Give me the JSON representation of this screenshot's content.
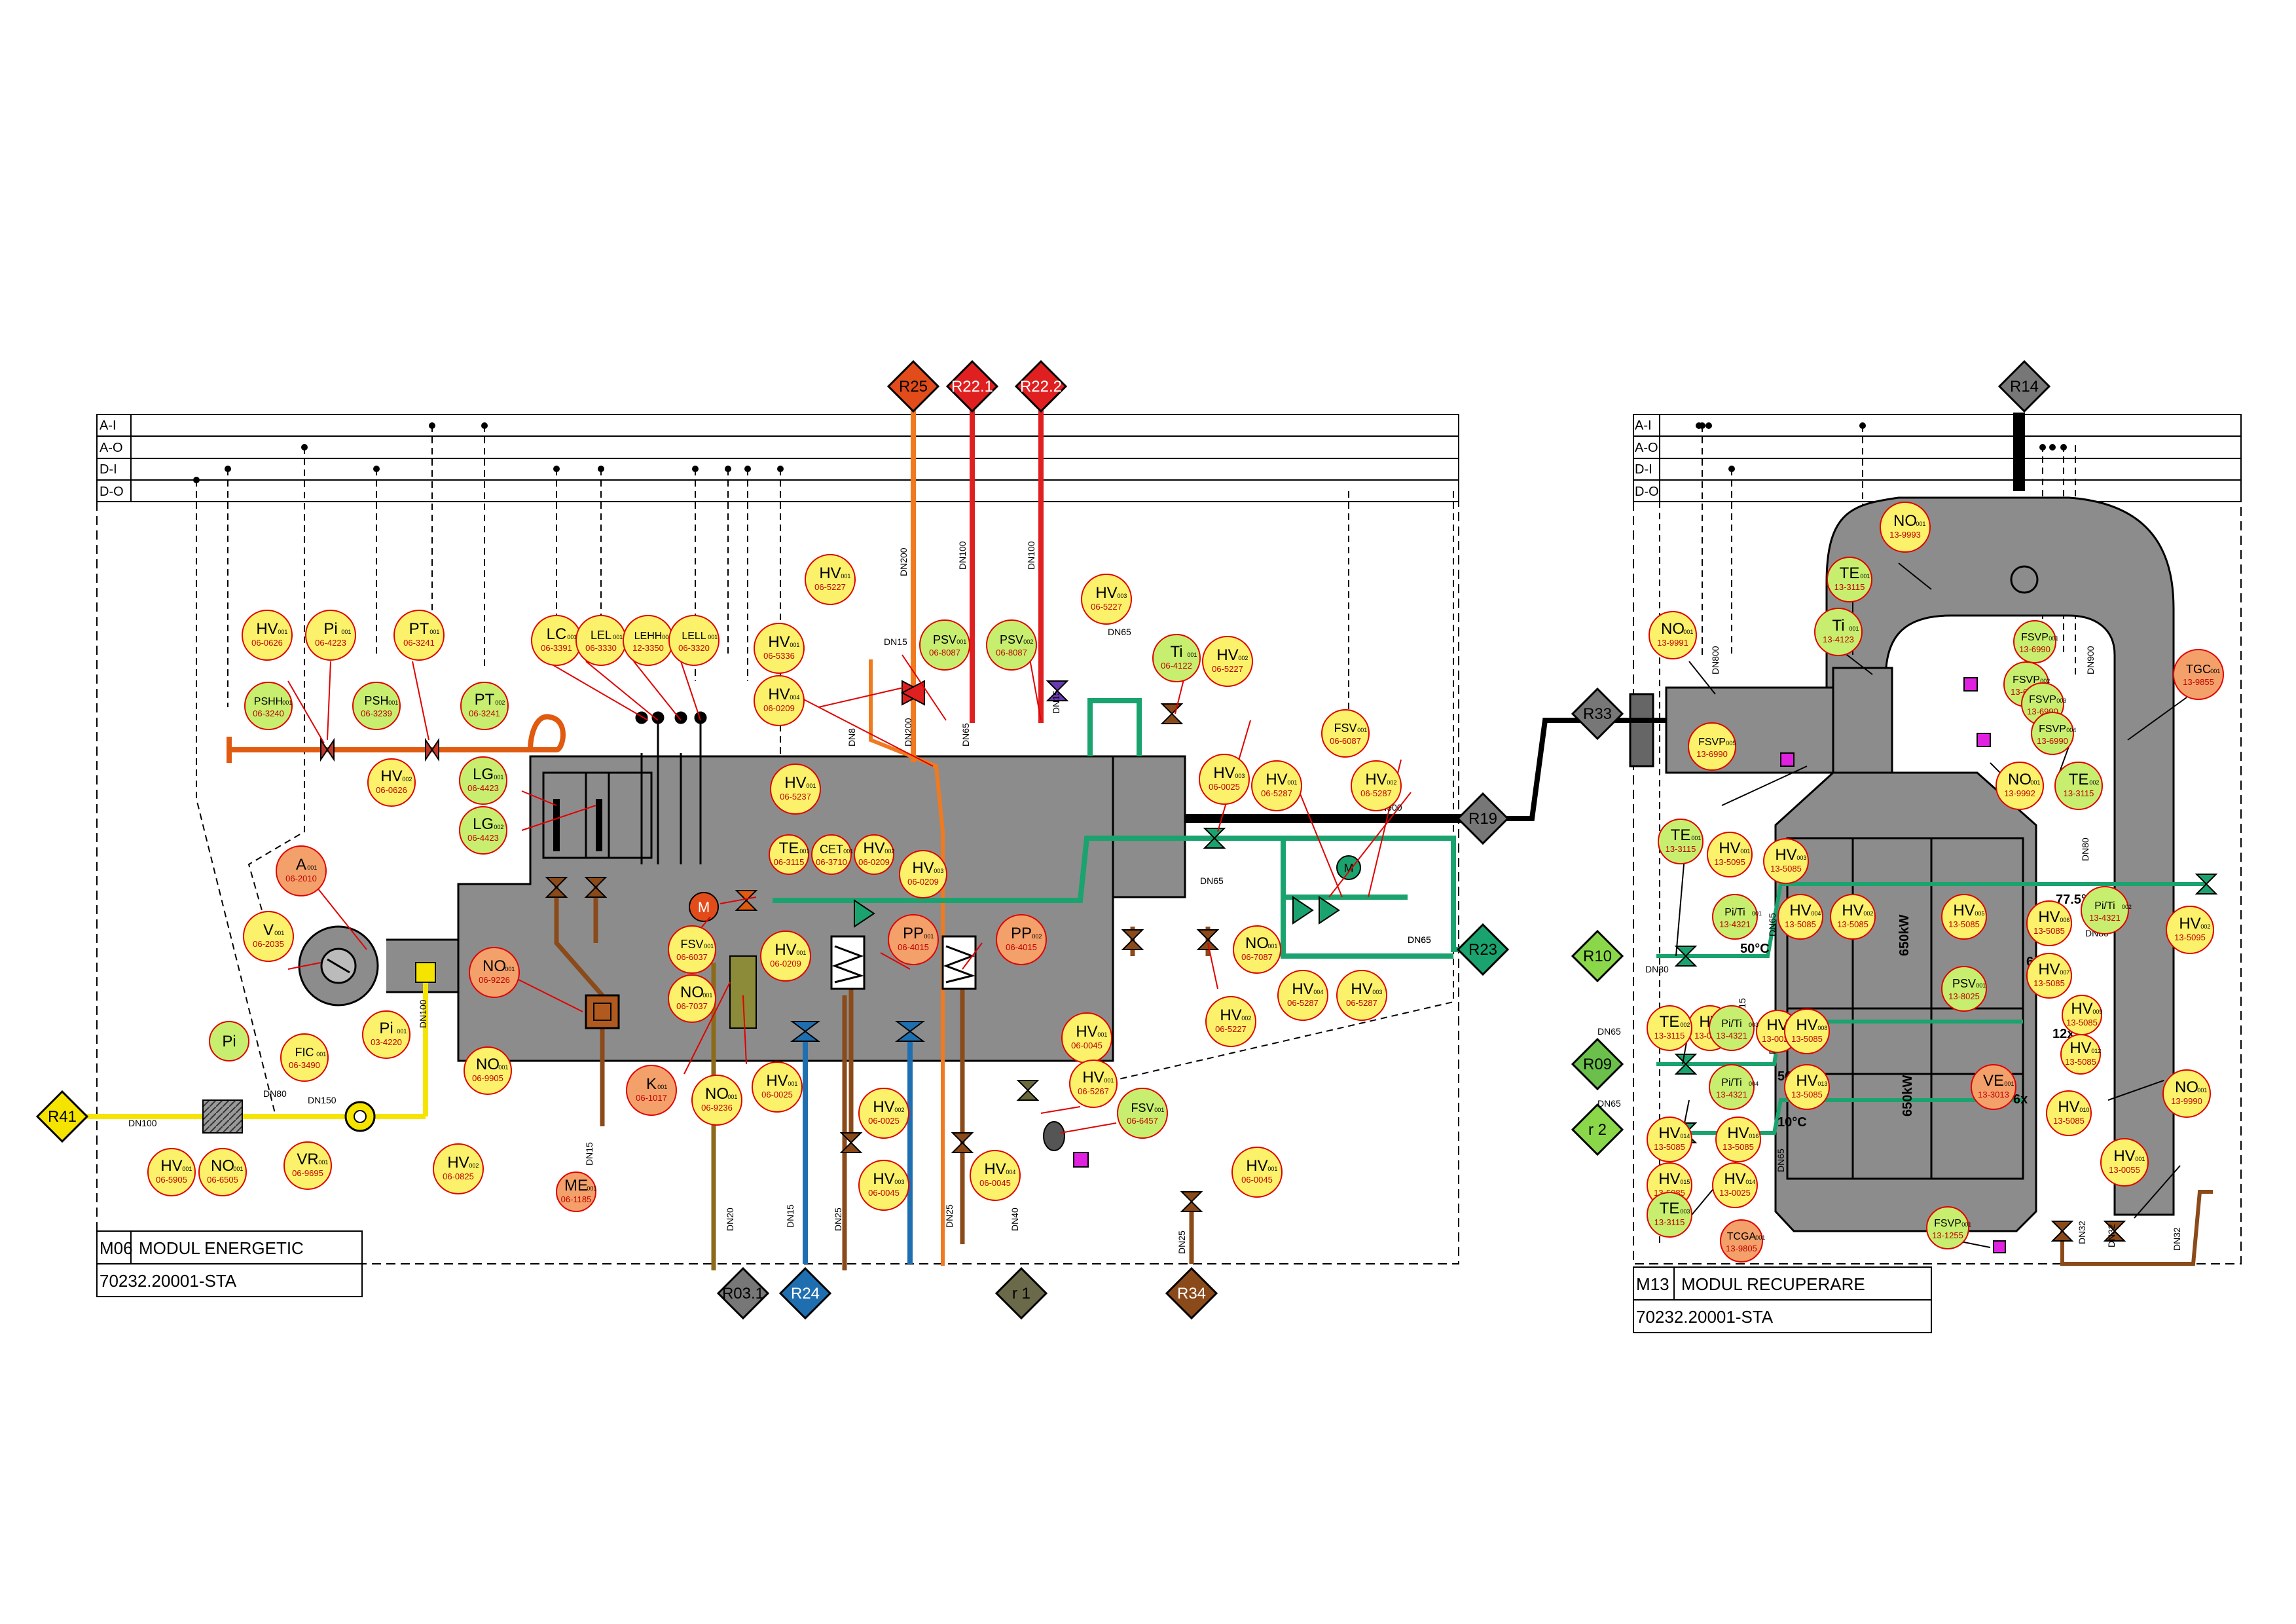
{
  "bus_lines": [
    "A-I",
    "A-O",
    "D-I",
    "D-O"
  ],
  "modules": [
    {
      "code": "M06",
      "name": "MODUL ENERGETIC",
      "drawing": "70232.20001-STA"
    },
    {
      "code": "M13",
      "name": "MODUL  RECUPERARE",
      "drawing": "70232.20001-STA"
    }
  ],
  "connectors": [
    "R41",
    "R25",
    "R22.1",
    "R22.2",
    "R33",
    "R19",
    "R23",
    "R03.1",
    "R24",
    "r 1",
    "R34",
    "R14",
    "R10",
    "R09",
    "r 2"
  ],
  "pipe_labels": [
    "DN200",
    "DN100",
    "DN100",
    "DN15",
    "DN200",
    "DN65",
    "DN15",
    "DN65",
    "DN8",
    "DN65",
    "DN900",
    "DN65",
    "DN65",
    "DN100",
    "DN150",
    "DN100",
    "DN80",
    "DN15",
    "DN20",
    "DN15",
    "DN25",
    "DN25",
    "DN40",
    "DN25",
    "DN900",
    "DN80",
    "DN800",
    "DN80",
    "DN80",
    "DN65",
    "DN65",
    "DN65",
    "DN15",
    "DN65",
    "DN80",
    "DN65",
    "DN32",
    "DN32",
    "DN32"
  ],
  "misc_labels": {
    "temp_50a": "50°C",
    "temp_50b": "50°C",
    "temp_10": "10°C",
    "temp_77": "77.5°C",
    "power_1": "650kW",
    "power_2": "650kW",
    "mult_6a": "6x",
    "mult_6b": "6x",
    "mult_12": "12x"
  },
  "instruments": [
    {
      "tag": "HV",
      "sub": "001",
      "num": "06-0626"
    },
    {
      "tag": "Pi",
      "sub": "001",
      "num": "06-4223"
    },
    {
      "tag": "PT",
      "sub": "001",
      "num": "06-3241"
    },
    {
      "tag": "PSHH",
      "sub": "001",
      "num": "06-3240"
    },
    {
      "tag": "PSH",
      "sub": "001",
      "num": "06-3239"
    },
    {
      "tag": "PT",
      "sub": "002",
      "num": "06-3241"
    },
    {
      "tag": "HV",
      "sub": "002",
      "num": "06-0626"
    },
    {
      "tag": "LC",
      "sub": "001",
      "num": "06-3391"
    },
    {
      "tag": "LEL",
      "sub": "001",
      "num": "06-3330"
    },
    {
      "tag": "LEHH",
      "sub": "001",
      "num": "12-3350"
    },
    {
      "tag": "LELL",
      "sub": "001",
      "num": "06-3320"
    },
    {
      "tag": "LG",
      "sub": "001",
      "num": "06-4423"
    },
    {
      "tag": "LG",
      "sub": "002",
      "num": "06-4423"
    },
    {
      "tag": "HV",
      "sub": "001",
      "num": "06-5227"
    },
    {
      "tag": "HV",
      "sub": "001",
      "num": "06-5336"
    },
    {
      "tag": "HV",
      "sub": "004",
      "num": "06-0209"
    },
    {
      "tag": "PSV",
      "sub": "001",
      "num": "06-8087"
    },
    {
      "tag": "PSV",
      "sub": "002",
      "num": "06-8087"
    },
    {
      "tag": "HV",
      "sub": "003",
      "num": "06-5227"
    },
    {
      "tag": "Ti",
      "sub": "001",
      "num": "06-4122"
    },
    {
      "tag": "HV",
      "sub": "002",
      "num": "06-5227"
    },
    {
      "tag": "FSV",
      "sub": "001",
      "num": "06-6087"
    },
    {
      "tag": "HV",
      "sub": "003",
      "num": "06-0025"
    },
    {
      "tag": "HV",
      "sub": "001",
      "num": "06-5287"
    },
    {
      "tag": "HV",
      "sub": "002",
      "num": "06-5287"
    },
    {
      "tag": "A",
      "sub": "001",
      "num": "06-2010"
    },
    {
      "tag": "V",
      "sub": "001",
      "num": "06-2035"
    },
    {
      "tag": "HV",
      "sub": "001",
      "num": "06-5237"
    },
    {
      "tag": "TE",
      "sub": "001",
      "num": "06-3115"
    },
    {
      "tag": "CET",
      "sub": "001",
      "num": "06-3710"
    },
    {
      "tag": "HV",
      "sub": "002",
      "num": "06-0209"
    },
    {
      "tag": "HV",
      "sub": "003",
      "num": "06-0209"
    },
    {
      "tag": "FSV",
      "sub": "001",
      "num": "06-6037"
    },
    {
      "tag": "HV",
      "sub": "001",
      "num": "06-0209"
    },
    {
      "tag": "NO",
      "sub": "001",
      "num": "06-7037"
    },
    {
      "tag": "PP",
      "sub": "001",
      "num": "06-4015"
    },
    {
      "tag": "PP",
      "sub": "002",
      "num": "06-4015"
    },
    {
      "tag": "NO",
      "sub": "001",
      "num": "06-9226"
    },
    {
      "tag": "NO",
      "sub": "001",
      "num": "06-7087"
    },
    {
      "tag": "HV",
      "sub": "004",
      "num": "06-5287"
    },
    {
      "tag": "HV",
      "sub": "003",
      "num": "06-5287"
    },
    {
      "tag": "HV",
      "sub": "001",
      "num": "06-0045"
    },
    {
      "tag": "HV",
      "sub": "002",
      "num": "06-5227"
    },
    {
      "tag": "K",
      "sub": "001",
      "num": "06-1017"
    },
    {
      "tag": "NO",
      "sub": "001",
      "num": "06-9236"
    },
    {
      "tag": "HV",
      "sub": "001",
      "num": "06-0025"
    },
    {
      "tag": "HV",
      "sub": "002",
      "num": "06-0025"
    },
    {
      "tag": "HV",
      "sub": "003",
      "num": "06-0045"
    },
    {
      "tag": "HV",
      "sub": "004",
      "num": "06-0045"
    },
    {
      "tag": "HV",
      "sub": "001",
      "num": "06-5267"
    },
    {
      "tag": "FSV",
      "sub": "001",
      "num": "06-6457"
    },
    {
      "tag": "HV",
      "sub": "001",
      "num": "06-0045"
    },
    {
      "tag": "Pi",
      "sub": "",
      "num": ""
    },
    {
      "tag": "FIC",
      "sub": "001",
      "num": "06-3490"
    },
    {
      "tag": "Pi",
      "sub": "001",
      "num": "03-4220"
    },
    {
      "tag": "NO",
      "sub": "001",
      "num": "06-9905"
    },
    {
      "tag": "HV",
      "sub": "001",
      "num": "06-5905"
    },
    {
      "tag": "NO",
      "sub": "001",
      "num": "06-6505"
    },
    {
      "tag": "VR",
      "sub": "001",
      "num": "06-9695"
    },
    {
      "tag": "HV",
      "sub": "002",
      "num": "06-0825"
    },
    {
      "tag": "ME",
      "sub": "001",
      "num": "06-1185"
    },
    {
      "tag": "NO",
      "sub": "001",
      "num": "13-9993"
    },
    {
      "tag": "TE",
      "sub": "001",
      "num": "13-3115"
    },
    {
      "tag": "Ti",
      "sub": "001",
      "num": "13-4123"
    },
    {
      "tag": "NO",
      "sub": "001",
      "num": "13-9991"
    },
    {
      "tag": "TGC",
      "sub": "001",
      "num": "13-9855"
    },
    {
      "tag": "FSVP",
      "sub": "001",
      "num": "13-6990"
    },
    {
      "tag": "FSVP",
      "sub": "002",
      "num": "13-6990"
    },
    {
      "tag": "FSVP",
      "sub": "003",
      "num": "13-6990"
    },
    {
      "tag": "FSVP",
      "sub": "004",
      "num": "13-6990"
    },
    {
      "tag": "FSVP",
      "sub": "005",
      "num": "13-6990"
    },
    {
      "tag": "NO",
      "sub": "001",
      "num": "13-9992"
    },
    {
      "tag": "TE",
      "sub": "002",
      "num": "13-3115"
    },
    {
      "tag": "TE",
      "sub": "001",
      "num": "13-3115"
    },
    {
      "tag": "HV",
      "sub": "001",
      "num": "13-5095"
    },
    {
      "tag": "HV",
      "sub": "003",
      "num": "13-5085"
    },
    {
      "tag": "Pi/Ti",
      "sub": "001",
      "num": "13-4321"
    },
    {
      "tag": "HV",
      "sub": "004",
      "num": "13-5085"
    },
    {
      "tag": "HV",
      "sub": "002",
      "num": "13-5085"
    },
    {
      "tag": "HV",
      "sub": "005",
      "num": "13-5085"
    },
    {
      "tag": "HV",
      "sub": "006",
      "num": "13-5085"
    },
    {
      "tag": "Pi/Ti",
      "sub": "002",
      "num": "13-4321"
    },
    {
      "tag": "HV",
      "sub": "002",
      "num": "13-5095"
    },
    {
      "tag": "PSV",
      "sub": "001",
      "num": "13-8025"
    },
    {
      "tag": "HV",
      "sub": "007",
      "num": "13-5085"
    },
    {
      "tag": "HV",
      "sub": "001",
      "num": "13-0025"
    },
    {
      "tag": "HV",
      "sub": "011",
      "num": "13-0025"
    },
    {
      "tag": "TE",
      "sub": "002",
      "num": "13-3115"
    },
    {
      "tag": "Pi/Ti",
      "sub": "003",
      "num": "13-4321"
    },
    {
      "tag": "HV",
      "sub": "008",
      "num": "13-5085"
    },
    {
      "tag": "HV",
      "sub": "009",
      "num": "13-5085"
    },
    {
      "tag": "HV",
      "sub": "012",
      "num": "13-5085"
    },
    {
      "tag": "Pi/Ti",
      "sub": "004",
      "num": "13-4321"
    },
    {
      "tag": "HV",
      "sub": "013",
      "num": "13-5085"
    },
    {
      "tag": "VE",
      "sub": "001",
      "num": "13-3013"
    },
    {
      "tag": "HV",
      "sub": "010",
      "num": "13-5085"
    },
    {
      "tag": "HV",
      "sub": "014",
      "num": "13-5085"
    },
    {
      "tag": "HV",
      "sub": "015",
      "num": "13-5085"
    },
    {
      "tag": "HV",
      "sub": "016",
      "num": "13-5085"
    },
    {
      "tag": "HV",
      "sub": "014",
      "num": "13-0025"
    },
    {
      "tag": "TE",
      "sub": "003",
      "num": "13-3115"
    },
    {
      "tag": "TCGA",
      "sub": "001",
      "num": "13-9805"
    },
    {
      "tag": "FSVP",
      "sub": "001",
      "num": "13-1255"
    },
    {
      "tag": "HV",
      "sub": "001",
      "num": "13-0055"
    },
    {
      "tag": "NO",
      "sub": "001",
      "num": "13-9990"
    }
  ],
  "colors": {
    "module_gray": "#8c8c8c",
    "steam_red": "#e02020",
    "hot_orange": "#f07a20",
    "water_green": "#1aa36e",
    "cold_blue": "#1f6fb0",
    "brown": "#8b4a1a",
    "yellow_gas": "#f5e400",
    "bubble_green": "#c7ee6e",
    "bubble_yellow": "#fbf16a",
    "bubble_orange": "#f4a06a",
    "leader_red": "#e00000"
  }
}
